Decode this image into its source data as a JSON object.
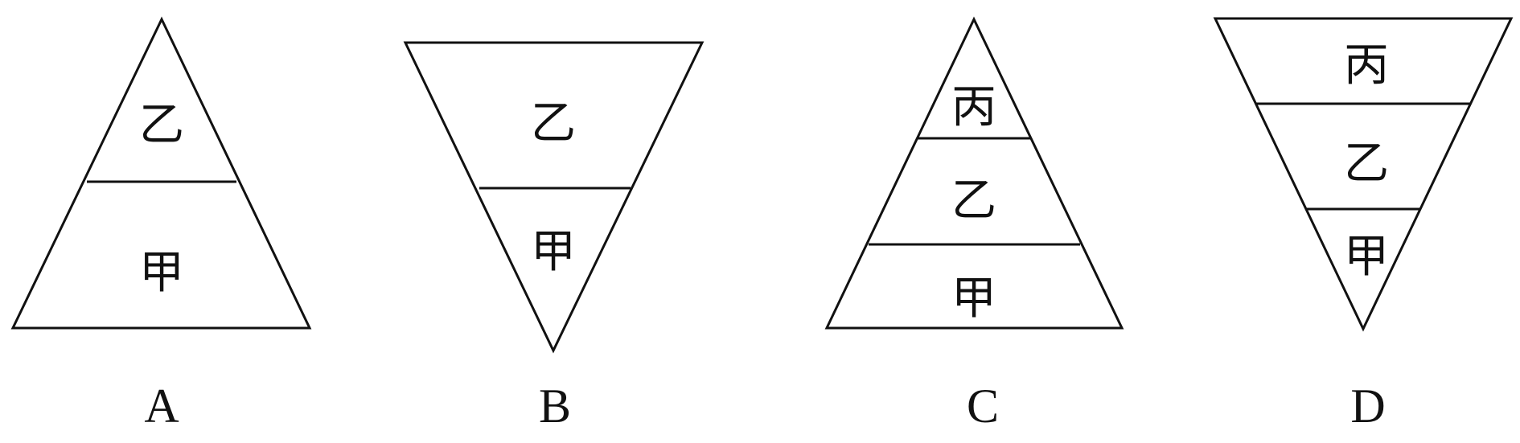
{
  "figures": [
    {
      "letter": "A",
      "layers": [
        "乙",
        "甲"
      ]
    },
    {
      "letter": "B",
      "layers": [
        "乙",
        "甲"
      ]
    },
    {
      "letter": "C",
      "layers": [
        "丙",
        "乙",
        "甲"
      ]
    },
    {
      "letter": "D",
      "layers": [
        "丙",
        "乙",
        "甲"
      ]
    }
  ]
}
